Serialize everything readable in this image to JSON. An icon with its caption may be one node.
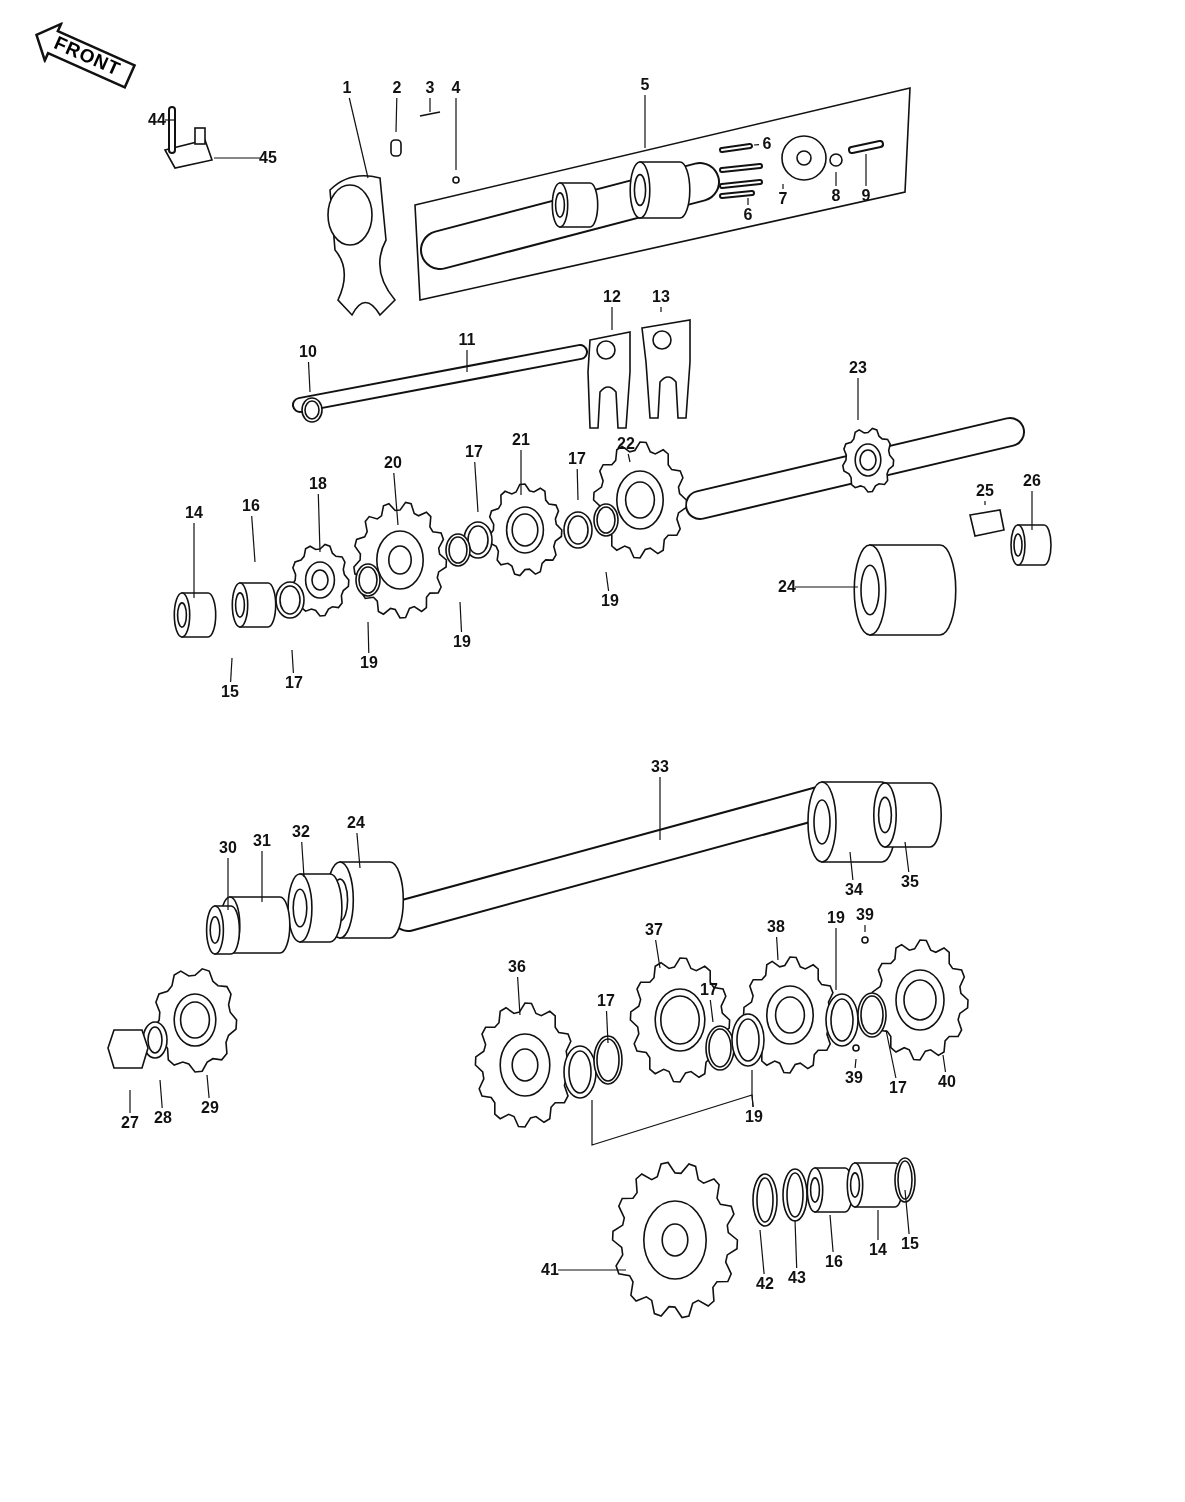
{
  "diagram": {
    "nodes": [
      {
        "text": [
          "FRONT"
        ]
      },
      {
        "text": [
          "1"
        ]
      },
      {
        "text": [
          "2"
        ]
      },
      {
        "text": [
          "3"
        ]
      },
      {
        "text": [
          "4"
        ]
      },
      {
        "text": [
          "5"
        ]
      },
      {
        "text": [
          "44"
        ]
      },
      {
        "text": [
          "6"
        ]
      },
      {
        "text": [
          "45"
        ]
      },
      {
        "text": [
          "8"
        ]
      },
      {
        "text": [
          "9"
        ]
      },
      {
        "text": [
          "7"
        ]
      },
      {
        "text": [
          "6"
        ]
      },
      {
        "text": [
          "12"
        ]
      },
      {
        "text": [
          "13"
        ]
      },
      {
        "text": [
          "11"
        ]
      },
      {
        "text": [
          "10"
        ]
      },
      {
        "text": [
          "23"
        ]
      },
      {
        "text": [
          "22"
        ]
      },
      {
        "text": [
          "21"
        ]
      },
      {
        "text": [
          "17"
        ]
      },
      {
        "text": [
          "17"
        ]
      },
      {
        "text": [
          "20"
        ]
      },
      {
        "text": [
          "26"
        ]
      },
      {
        "text": [
          "18"
        ]
      },
      {
        "text": [
          "25"
        ]
      },
      {
        "text": [
          "16"
        ]
      },
      {
        "text": [
          "14"
        ]
      },
      {
        "text": [
          "24"
        ]
      },
      {
        "text": [
          "19"
        ]
      },
      {
        "text": [
          "19"
        ]
      },
      {
        "text": [
          "19"
        ]
      },
      {
        "text": [
          "17"
        ]
      },
      {
        "text": [
          "15"
        ]
      },
      {
        "text": [
          "33"
        ]
      },
      {
        "text": [
          "24"
        ]
      },
      {
        "text": [
          "32"
        ]
      },
      {
        "text": [
          "31"
        ]
      },
      {
        "text": [
          "30"
        ]
      },
      {
        "text": [
          "35"
        ]
      },
      {
        "text": [
          "34"
        ]
      },
      {
        "text": [
          "39"
        ]
      },
      {
        "text": [
          "19"
        ]
      },
      {
        "text": [
          "38"
        ]
      },
      {
        "text": [
          "37"
        ]
      },
      {
        "text": [
          "36"
        ]
      },
      {
        "text": [
          "17"
        ]
      },
      {
        "text": [
          "17"
        ]
      },
      {
        "text": [
          "39"
        ]
      },
      {
        "text": [
          "17"
        ]
      },
      {
        "text": [
          "40"
        ]
      },
      {
        "text": [
          "29"
        ]
      },
      {
        "text": [
          "19"
        ]
      },
      {
        "text": [
          "28"
        ]
      },
      {
        "text": [
          "27"
        ]
      },
      {
        "text": [
          "15"
        ]
      },
      {
        "text": [
          "14"
        ]
      },
      {
        "text": [
          "16"
        ]
      },
      {
        "text": [
          "43"
        ]
      },
      {
        "text": [
          "42"
        ]
      },
      {
        "text": [
          "41"
        ]
      }
    ],
    "edges": [
      {
        "from": 1,
        "to": null,
        "arrow": "none"
      },
      {
        "from": 2,
        "to": null,
        "arrow": "none"
      },
      {
        "from": 3,
        "to": null,
        "arrow": "none"
      },
      {
        "from": 4,
        "to": null,
        "arrow": "none"
      },
      {
        "from": 5,
        "to": null,
        "arrow": "none"
      },
      {
        "from": 6,
        "to": null,
        "arrow": "none"
      },
      {
        "from": 7,
        "to": null,
        "arrow": "none"
      },
      {
        "from": 8,
        "to": null,
        "arrow": "none"
      },
      {
        "from": 9,
        "to": null,
        "arrow": "none"
      },
      {
        "from": 10,
        "to": null,
        "arrow": "none"
      },
      {
        "from": 11,
        "to": null,
        "arrow": "none"
      },
      {
        "from": 12,
        "to": null,
        "arrow": "none"
      },
      {
        "from": 13,
        "to": null,
        "arrow": "none"
      },
      {
        "from": 14,
        "to": null,
        "arrow": "none"
      },
      {
        "from": 15,
        "to": null,
        "arrow": "none"
      },
      {
        "from": 16,
        "to": null,
        "arrow": "none"
      },
      {
        "from": 17,
        "to": null,
        "arrow": "none"
      },
      {
        "from": 18,
        "to": null,
        "arrow": "none"
      },
      {
        "from": 19,
        "to": null,
        "arrow": "none"
      },
      {
        "from": 20,
        "to": null,
        "arrow": "none"
      },
      {
        "from": 21,
        "to": null,
        "arrow": "none"
      },
      {
        "from": 22,
        "to": null,
        "arrow": "none"
      },
      {
        "from": 23,
        "to": null,
        "arrow": "none"
      },
      {
        "from": 24,
        "to": null,
        "arrow": "none"
      },
      {
        "from": 25,
        "to": null,
        "arrow": "none"
      },
      {
        "from": 26,
        "to": null,
        "arrow": "none"
      },
      {
        "from": 27,
        "to": null,
        "arrow": "none"
      },
      {
        "from": 28,
        "to": null,
        "arrow": "none"
      },
      {
        "from": 29,
        "to": null,
        "arrow": "none"
      },
      {
        "from": 30,
        "to": null,
        "arrow": "none"
      },
      {
        "from": 31,
        "to": null,
        "arrow": "none"
      },
      {
        "from": 32,
        "to": null,
        "arrow": "none"
      },
      {
        "from": 33,
        "to": null,
        "arrow": "none"
      },
      {
        "from": 34,
        "to": null,
        "arrow": "none"
      },
      {
        "from": 35,
        "to": null,
        "arrow": "none"
      },
      {
        "from": 36,
        "to": null,
        "arrow": "none"
      },
      {
        "from": 37,
        "to": null,
        "arrow": "none"
      },
      {
        "from": 38,
        "to": null,
        "arrow": "none"
      },
      {
        "from": 39,
        "to": null,
        "arrow": "none"
      },
      {
        "from": 40,
        "to": null,
        "arrow": "none"
      },
      {
        "from": 41,
        "to": null,
        "arrow": "none"
      },
      {
        "from": 42,
        "to": null,
        "arrow": "none"
      },
      {
        "from": 43,
        "to": null,
        "arrow": "none"
      },
      {
        "from": 44,
        "to": null,
        "arrow": "none"
      },
      {
        "from": 45,
        "to": null,
        "arrow": "none"
      },
      {
        "from": 46,
        "to": null,
        "arrow": "none"
      },
      {
        "from": 47,
        "to": null,
        "arrow": "none"
      },
      {
        "from": 48,
        "to": null,
        "arrow": "none"
      },
      {
        "from": 49,
        "to": null,
        "arrow": "none"
      },
      {
        "from": 50,
        "to": null,
        "arrow": "none"
      },
      {
        "from": 51,
        "to": null,
        "arrow": "none"
      },
      {
        "from": 52,
        "to": null,
        "arrow": "none"
      },
      {
        "from": 52,
        "to": null,
        "arrow": "none"
      },
      {
        "from": 53,
        "to": null,
        "arrow": "none"
      },
      {
        "from": 54,
        "to": null,
        "arrow": "none"
      },
      {
        "from": 55,
        "to": null,
        "arrow": "none"
      },
      {
        "from": 56,
        "to": null,
        "arrow": "none"
      },
      {
        "from": 57,
        "to": null,
        "arrow": "none"
      },
      {
        "from": 58,
        "to": null,
        "arrow": "none"
      },
      {
        "from": 59,
        "to": null,
        "arrow": "none"
      },
      {
        "from": 60,
        "to": null,
        "arrow": "none"
      }
    ]
  }
}
